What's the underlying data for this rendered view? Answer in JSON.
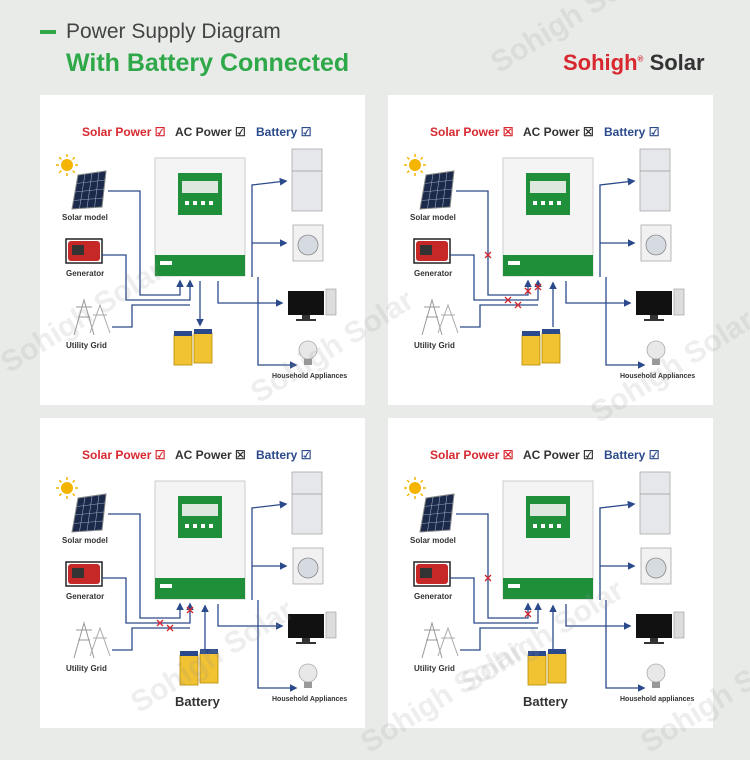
{
  "header": {
    "title": "Power Supply Diagram",
    "subtitle": "With Battery Connected",
    "brand_red": "Sohigh",
    "brand_reg": "®",
    "brand_dark": " Solar",
    "watermark": "Sohigh Solar"
  },
  "colors": {
    "accent": "#2fa84a",
    "brand": "#d7282f",
    "arrow": "#2b4a8b",
    "battery": "#f1c232"
  },
  "panels": [
    {
      "status": {
        "solar": "Solar Power",
        "solar_mark": "☑",
        "ac": "AC Power",
        "ac_mark": "☑",
        "battery": "Battery",
        "battery_mark": "☑"
      },
      "labels": {
        "solar": "Solar model",
        "generator": "Generator",
        "grid": "Utility Grid",
        "battery": "",
        "appliances": "Household Appliances"
      }
    },
    {
      "status": {
        "solar": "Solar Power",
        "solar_mark": "☒",
        "ac": "AC Power",
        "ac_mark": "☒",
        "battery": "Battery",
        "battery_mark": "☑"
      },
      "labels": {
        "solar": "Solar model",
        "generator": "Generator",
        "grid": "Utility Grid",
        "battery": "",
        "appliances": "Household Appliances"
      }
    },
    {
      "status": {
        "solar": "Solar Power",
        "solar_mark": "☑",
        "ac": "AC Power",
        "ac_mark": "☒",
        "battery": "Battery",
        "battery_mark": "☑"
      },
      "labels": {
        "solar": "Solar model",
        "generator": "Generator",
        "grid": "Utility Grid",
        "battery": "Battery",
        "appliances": "Household Appliances"
      }
    },
    {
      "status": {
        "solar": "Solar Power",
        "solar_mark": "☒",
        "ac": "AC Power",
        "ac_mark": "☑",
        "battery": "Battery",
        "battery_mark": "☑"
      },
      "labels": {
        "solar": "Solar model",
        "generator": "Generator",
        "grid": "Utility Grid",
        "battery": "Battery",
        "appliances": "Household appliances"
      }
    }
  ]
}
